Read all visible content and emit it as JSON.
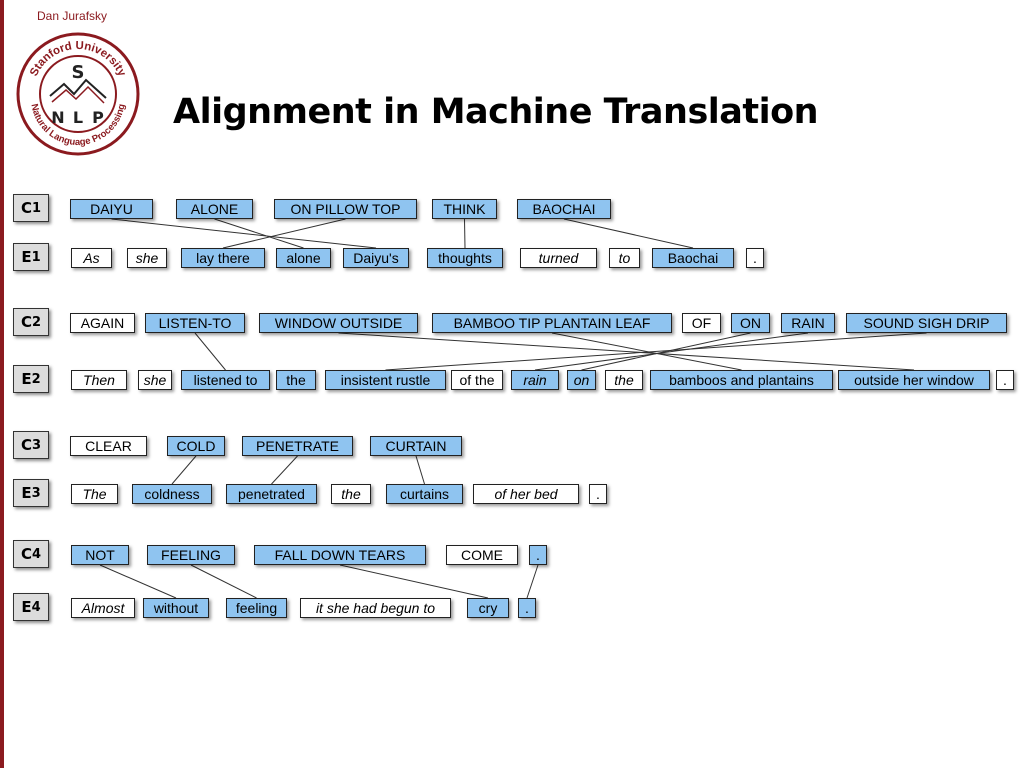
{
  "slide": {
    "author": "Dan Jurafsky",
    "title": "Alignment in Machine Translation",
    "logo": {
      "top_text": "Stanford University",
      "bottom_text": "Natural Language Processing",
      "letters": [
        "S",
        "N",
        "L",
        "P"
      ]
    }
  },
  "colors": {
    "accent": "#8b1a1f",
    "aligned_box": "#8fc4f0",
    "unaligned_box": "#ffffff"
  },
  "rows": [
    {
      "label": "C",
      "index": "1",
      "tokens": [
        {
          "text": "DAIYU",
          "aligned": true
        },
        {
          "text": "ALONE",
          "aligned": true
        },
        {
          "text": "ON PILLOW TOP",
          "aligned": true
        },
        {
          "text": "THINK",
          "aligned": true
        },
        {
          "text": "BAOCHAI",
          "aligned": true
        }
      ]
    },
    {
      "label": "E",
      "index": "1",
      "tokens": [
        {
          "text": "As",
          "aligned": false,
          "italic": true
        },
        {
          "text": "she",
          "aligned": false,
          "italic": true
        },
        {
          "text": "lay there",
          "aligned": true
        },
        {
          "text": "alone",
          "aligned": true
        },
        {
          "text": "Daiyu's",
          "aligned": true
        },
        {
          "text": "thoughts",
          "aligned": true
        },
        {
          "text": "turned",
          "aligned": false,
          "italic": true
        },
        {
          "text": "to",
          "aligned": false,
          "italic": true
        },
        {
          "text": "Baochai",
          "aligned": true
        },
        {
          "text": ".",
          "aligned": false
        }
      ]
    },
    {
      "label": "C",
      "index": "2",
      "tokens": [
        {
          "text": "AGAIN",
          "aligned": false
        },
        {
          "text": "LISTEN-TO",
          "aligned": true
        },
        {
          "text": "WINDOW OUTSIDE",
          "aligned": true
        },
        {
          "text": "BAMBOO TIP PLANTAIN LEAF",
          "aligned": true
        },
        {
          "text": "OF",
          "aligned": false
        },
        {
          "text": "ON",
          "aligned": true
        },
        {
          "text": "RAIN",
          "aligned": true
        },
        {
          "text": "SOUND SIGH DRIP",
          "aligned": true
        }
      ]
    },
    {
      "label": "E",
      "index": "2",
      "tokens": [
        {
          "text": "Then",
          "aligned": false,
          "italic": true
        },
        {
          "text": "she",
          "aligned": false,
          "italic": true
        },
        {
          "text": "listened to",
          "aligned": true
        },
        {
          "text": "the",
          "aligned": true
        },
        {
          "text": "insistent rustle",
          "aligned": true
        },
        {
          "text": "of the",
          "aligned": false
        },
        {
          "text": "rain",
          "aligned": true,
          "italic": true
        },
        {
          "text": "on",
          "aligned": true,
          "italic": true
        },
        {
          "text": "the",
          "aligned": false,
          "italic": true
        },
        {
          "text": "bamboos and plantains",
          "aligned": true
        },
        {
          "text": "outside her window",
          "aligned": true
        },
        {
          "text": ".",
          "aligned": false
        }
      ]
    },
    {
      "label": "C",
      "index": "3",
      "tokens": [
        {
          "text": "CLEAR",
          "aligned": false
        },
        {
          "text": "COLD",
          "aligned": true
        },
        {
          "text": "PENETRATE",
          "aligned": true
        },
        {
          "text": "CURTAIN",
          "aligned": true
        }
      ]
    },
    {
      "label": "E",
      "index": "3",
      "tokens": [
        {
          "text": "The",
          "aligned": false,
          "italic": true
        },
        {
          "text": "coldness",
          "aligned": true
        },
        {
          "text": "penetrated",
          "aligned": true
        },
        {
          "text": "the",
          "aligned": false,
          "italic": true
        },
        {
          "text": "curtains",
          "aligned": true
        },
        {
          "text": "of her bed",
          "aligned": false,
          "italic": true
        },
        {
          "text": ".",
          "aligned": false
        }
      ]
    },
    {
      "label": "C",
      "index": "4",
      "tokens": [
        {
          "text": "NOT",
          "aligned": true
        },
        {
          "text": "FEELING",
          "aligned": true
        },
        {
          "text": "FALL DOWN TEARS",
          "aligned": true
        },
        {
          "text": "COME",
          "aligned": false
        },
        {
          "text": ".",
          "aligned": true
        }
      ]
    },
    {
      "label": "E",
      "index": "4",
      "tokens": [
        {
          "text": "Almost",
          "aligned": false,
          "italic": true
        },
        {
          "text": "without",
          "aligned": true
        },
        {
          "text": "feeling",
          "aligned": true
        },
        {
          "text": "it she had begun to",
          "aligned": false,
          "italic": true
        },
        {
          "text": "cry",
          "aligned": true
        },
        {
          "text": ".",
          "aligned": true
        }
      ]
    }
  ],
  "alignments": [
    {
      "c_row": 0,
      "e_row": 1,
      "links": [
        [
          0,
          4
        ],
        [
          1,
          3
        ],
        [
          2,
          2
        ],
        [
          3,
          5
        ],
        [
          4,
          8
        ]
      ]
    },
    {
      "c_row": 2,
      "e_row": 3,
      "links": [
        [
          1,
          2
        ],
        [
          2,
          10
        ],
        [
          3,
          9
        ],
        [
          5,
          7
        ],
        [
          6,
          6
        ],
        [
          7,
          4
        ]
      ]
    },
    {
      "c_row": 4,
      "e_row": 5,
      "links": [
        [
          1,
          1
        ],
        [
          2,
          2
        ],
        [
          3,
          4
        ]
      ]
    },
    {
      "c_row": 6,
      "e_row": 7,
      "links": [
        [
          0,
          1
        ],
        [
          1,
          2
        ],
        [
          2,
          4
        ],
        [
          4,
          5
        ]
      ]
    }
  ]
}
